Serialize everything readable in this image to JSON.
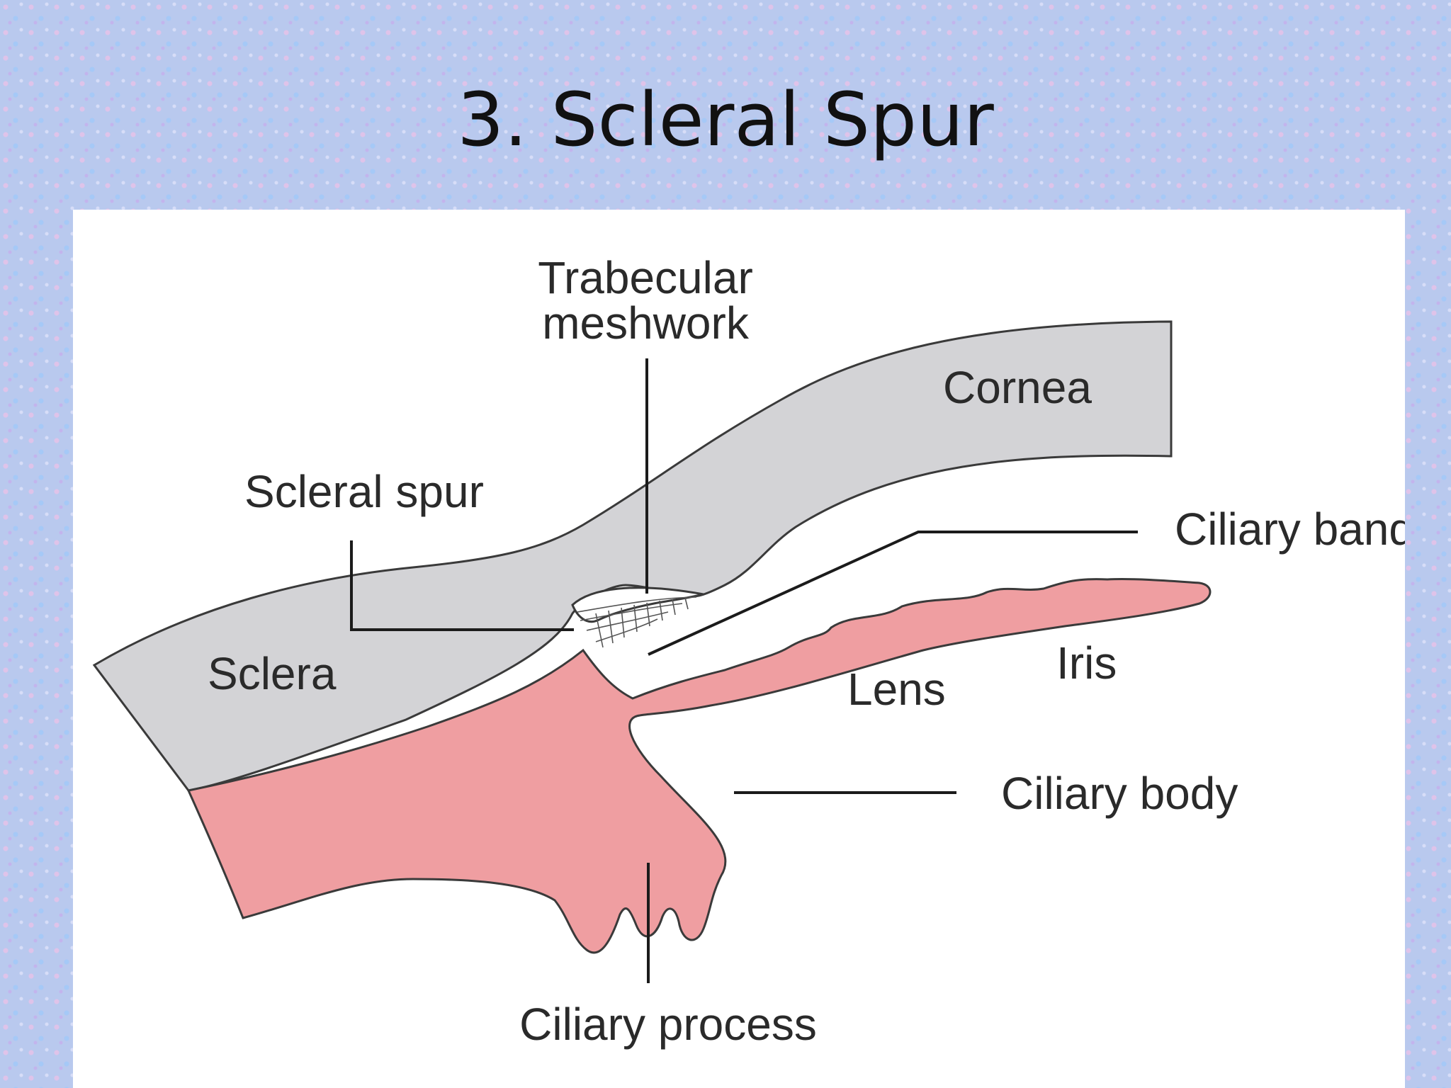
{
  "slide": {
    "title": "3. Scleral Spur"
  },
  "diagram": {
    "labels": {
      "trabecular_line1": "Trabecular",
      "trabecular_line2": "meshwork",
      "cornea": "Cornea",
      "scleral_spur": "Scleral spur",
      "ciliary_band": "Ciliary band",
      "sclera": "Sclera",
      "iris": "Iris",
      "lens": "Lens",
      "ciliary_body": "Ciliary body",
      "ciliary_process": "Ciliary process"
    },
    "colors": {
      "sclera_cornea": "#d3d3d6",
      "uvea": "#ef9ea1",
      "outline": "#3a3a3a",
      "panel": "#ffffff"
    }
  }
}
